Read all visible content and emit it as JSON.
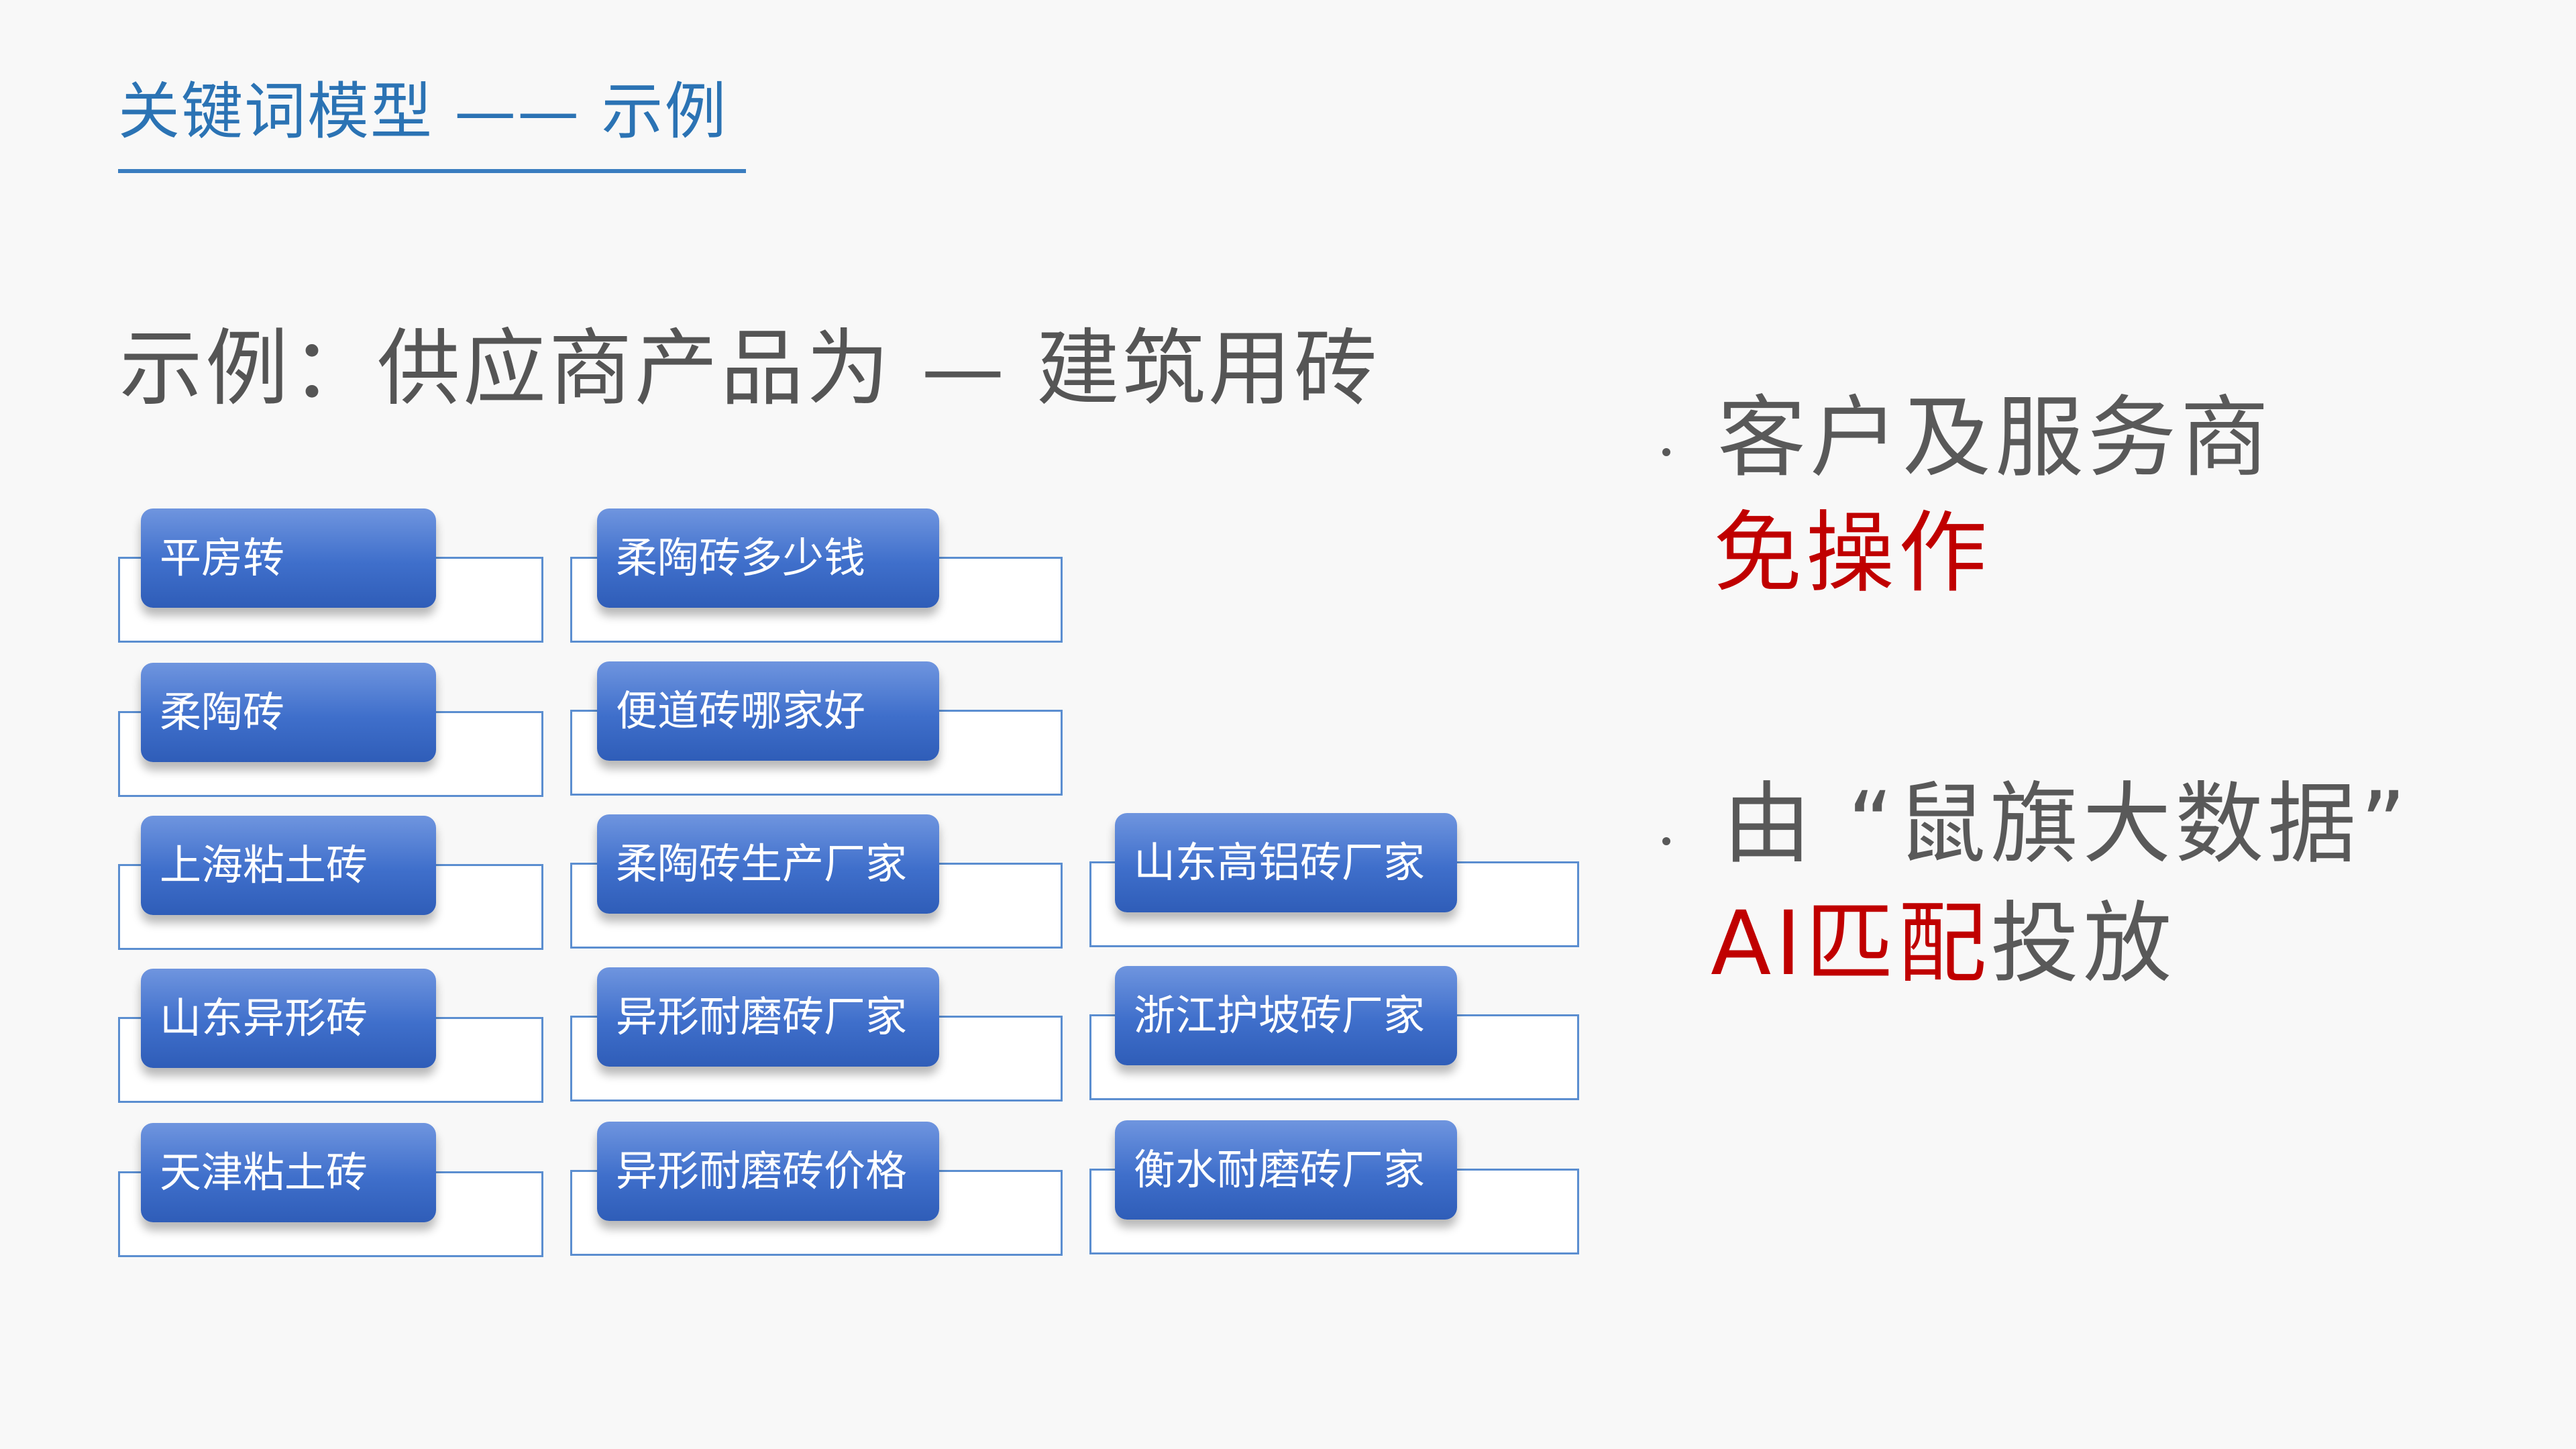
{
  "header": {
    "title": "关键词模型 —— 示例"
  },
  "subtitle": "示例：供应商产品为 — 建筑用砖",
  "keywords": {
    "column1": [
      "平房转",
      "柔陶砖",
      "上海粘土砖",
      "山东异形砖",
      "天津粘土砖"
    ],
    "column2": [
      "柔陶砖多少钱",
      "便道砖哪家好",
      "柔陶砖生产厂家",
      "异形耐磨砖厂家",
      "异形耐磨砖价格"
    ],
    "column3": [
      "山东高铝砖厂家",
      "浙江护坡砖厂家",
      "衡水耐磨砖厂家"
    ]
  },
  "bullets": [
    {
      "line1": "客户及服务商",
      "line2": "免操作"
    },
    {
      "line1": "由 “鼠旗大数据”",
      "line2_red": "AI匹配",
      "line2_gray": "投放"
    }
  ],
  "colors": {
    "title": "#2b73b4",
    "chip": "#3f6fcb",
    "frame_border": "#5b8ed0",
    "accent_red": "#c00000",
    "body_text": "#595959"
  }
}
